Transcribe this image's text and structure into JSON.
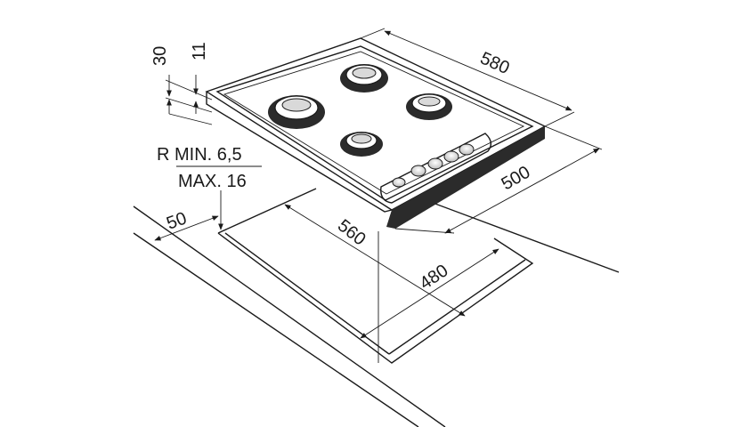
{
  "dimensions": {
    "hob_width": "580",
    "hob_depth": "500",
    "cutout_width": "560",
    "cutout_depth": "480",
    "edge_distance": "50",
    "total_height": "30",
    "top_thickness": "11",
    "radius_min": "R MIN. 6,5",
    "radius_max": "MAX. 16"
  }
}
